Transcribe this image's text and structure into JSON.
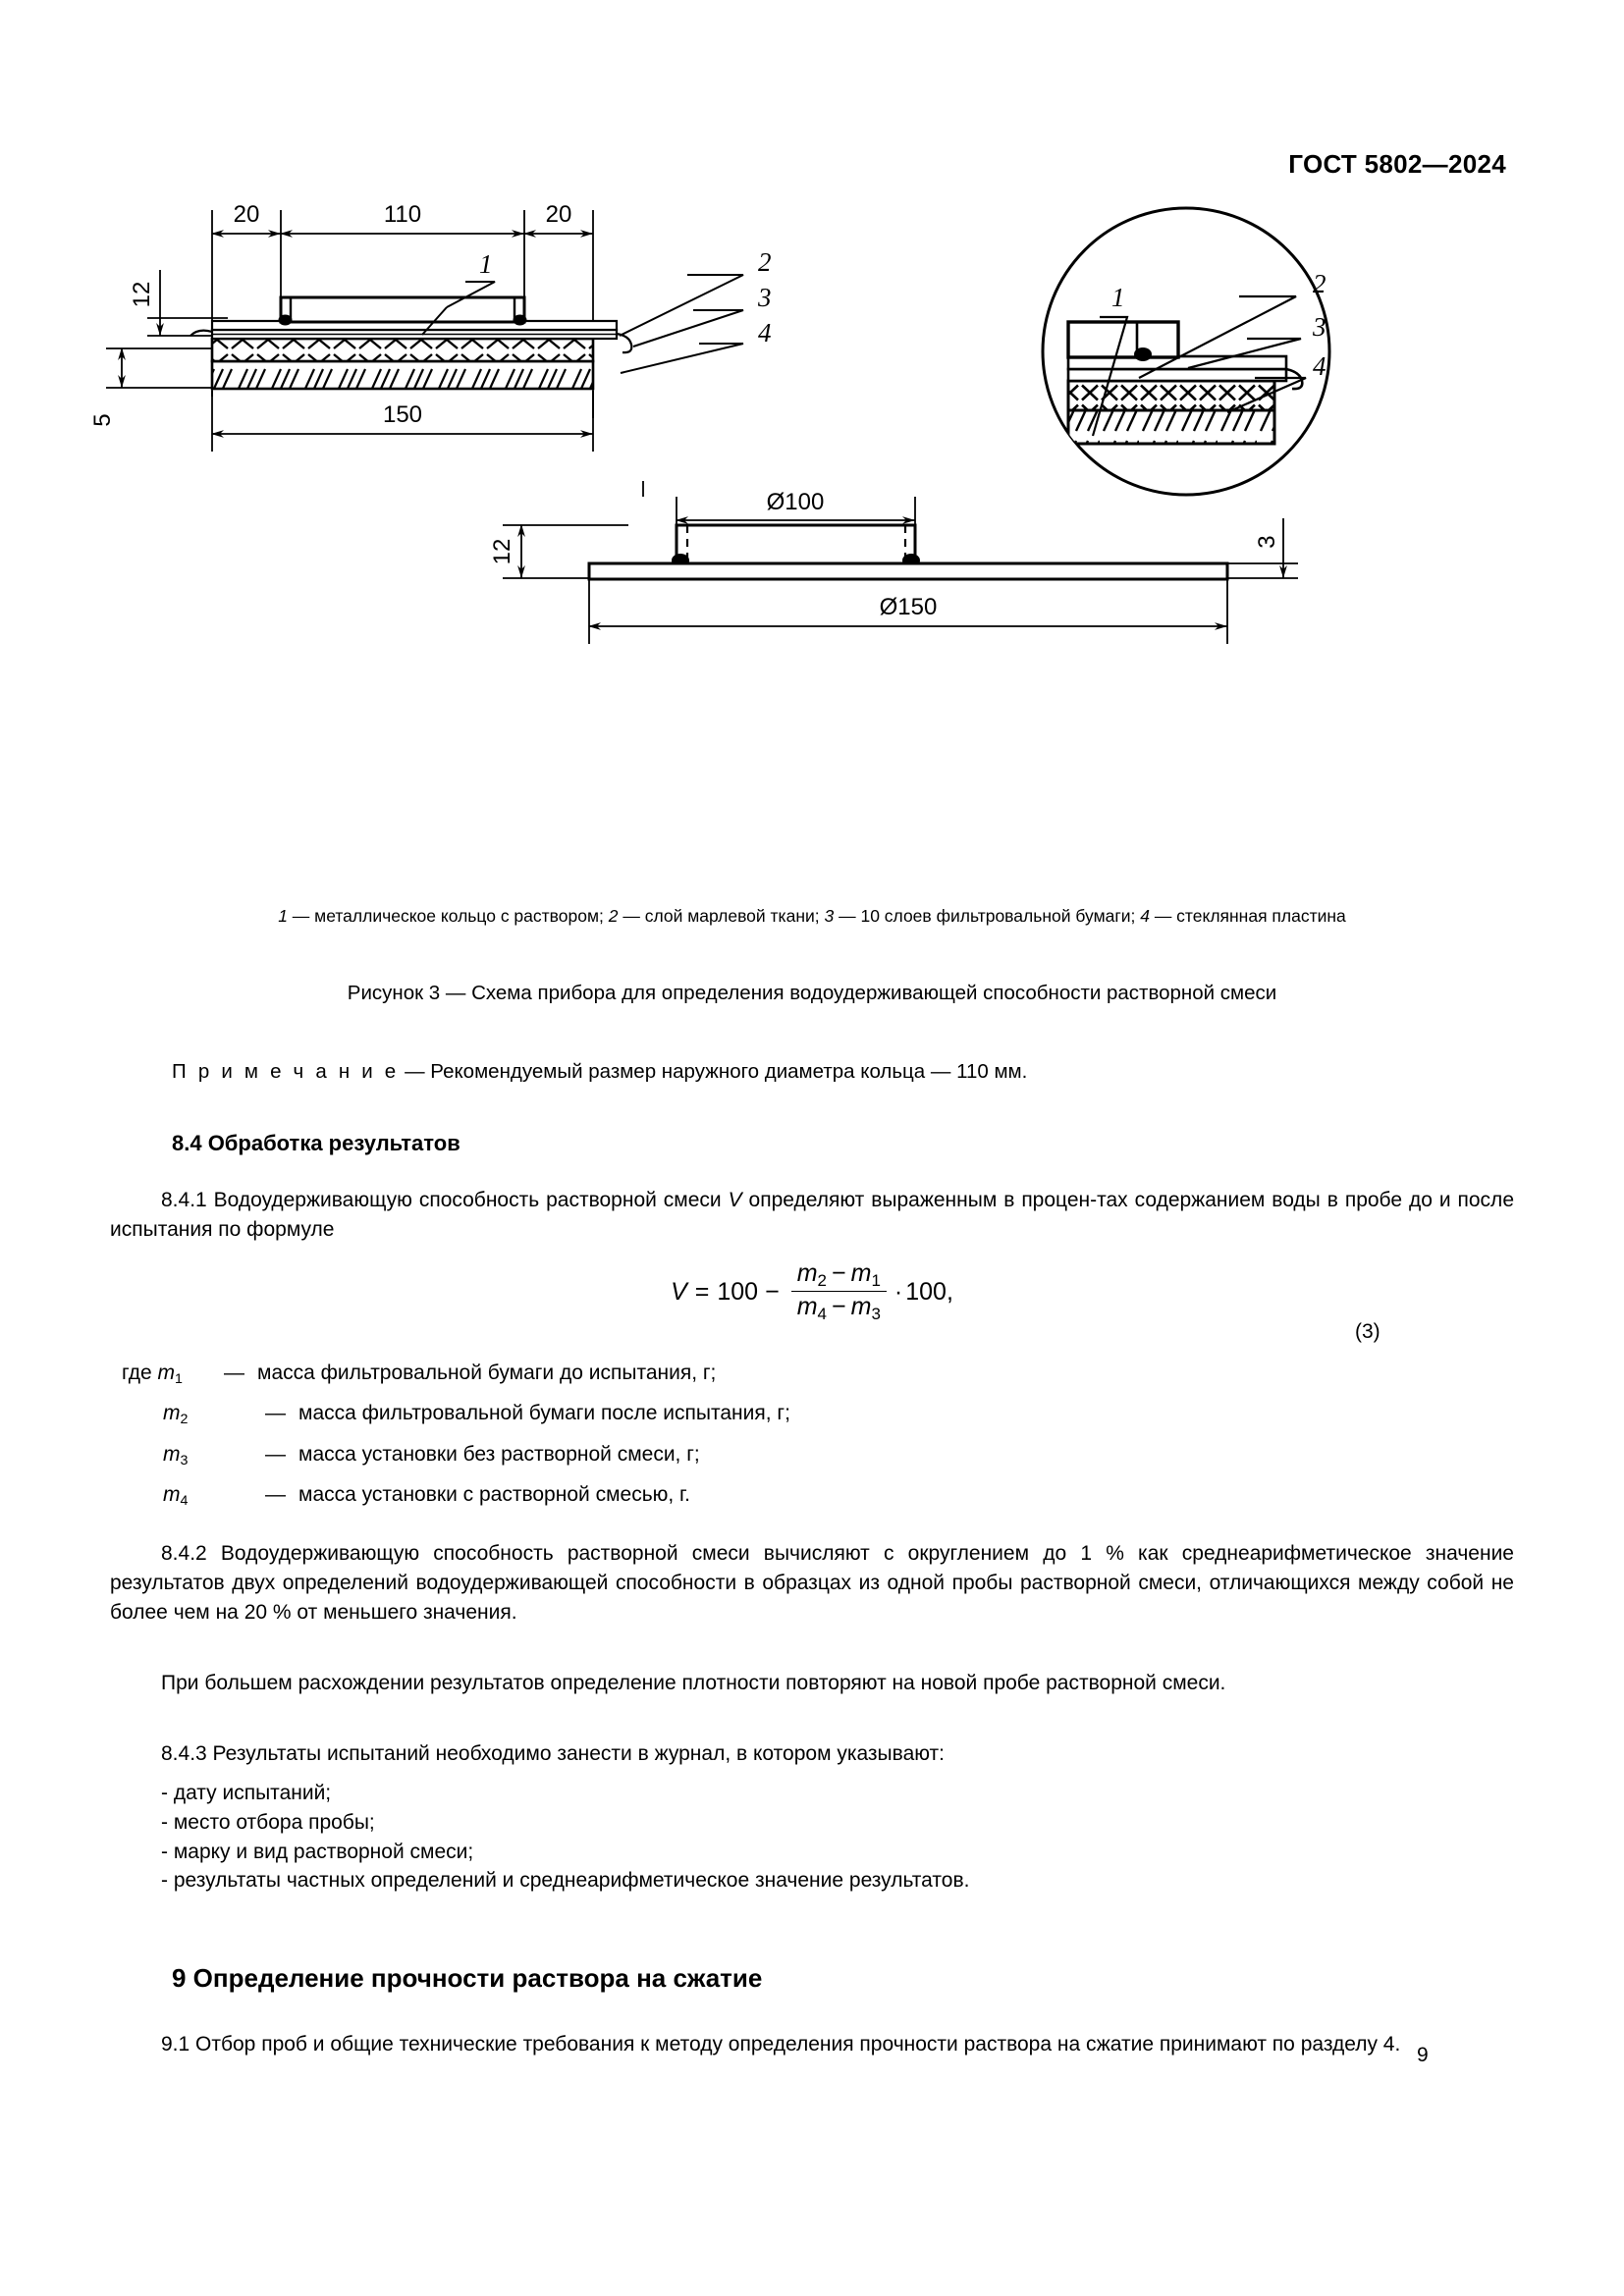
{
  "document": {
    "standard_header": "ГОСТ 5802—2024",
    "page_number": "9"
  },
  "figure": {
    "dimensions": {
      "top_left_20": "20",
      "top_110": "110",
      "top_right_20": "20",
      "height_12": "12",
      "height_5": "5",
      "width_150": "150",
      "lower_12": "12",
      "lower_3": "3",
      "diam_100": "Ø100",
      "diam_150": "Ø150"
    },
    "callouts": {
      "main_1": "1",
      "main_2": "2",
      "main_3": "3",
      "main_4": "4",
      "detail_1": "1",
      "detail_2": "2",
      "detail_3": "3",
      "detail_4": "4"
    },
    "legend": {
      "n1": "1",
      "t1": " — металлическое кольцо с раствором; ",
      "n2": "2",
      "t2": " — слой марлевой ткани; ",
      "n3": "3",
      "t3": " — 10 слоев фильтровальной бумаги; ",
      "n4": "4",
      "t4": " — стеклянная пластина"
    },
    "caption": "Рисунок 3 — Схема прибора для определения водоудерживающей способности растворной смеси"
  },
  "note": {
    "label": "П р и м е ч а н и е",
    "text": "  — Рекомендуемый размер наружного диаметра кольца — 110 мм."
  },
  "section_8_4": {
    "heading": "8.4  Обработка результатов",
    "p_8_4_1_a": "8.4.1  Водоудерживающую способность растворной смеси ",
    "p_8_4_1_v": "V",
    "p_8_4_1_b": " определяют выраженным в процен-тах содержанием воды в пробе до и после испытания по формуле",
    "formula": {
      "lhs": "V",
      "eq": "=",
      "c100": "100",
      "minus": "−",
      "num_m2": "m",
      "num_m2_sub": "2",
      "num_minus": "−",
      "num_m1": "m",
      "num_m1_sub": "1",
      "den_m4": "m",
      "den_m4_sub": "4",
      "den_minus": "−",
      "den_m3": "m",
      "den_m3_sub": "3",
      "dot": "·",
      "tail": "100,",
      "number": "(3)"
    },
    "where_intro": "где",
    "where": [
      {
        "sym": "m",
        "sub": "1",
        "dash": "—",
        "text": "масса фильтровальной бумаги до испытания, г;"
      },
      {
        "sym": "m",
        "sub": "2",
        "dash": "—",
        "text": "масса фильтровальной бумаги после испытания, г;"
      },
      {
        "sym": "m",
        "sub": "3",
        "dash": "—",
        "text": "масса установки без растворной смеси, г;"
      },
      {
        "sym": "m",
        "sub": "4",
        "dash": "—",
        "text": "масса установки с растворной смесью, г."
      }
    ],
    "p_8_4_2": "8.4.2  Водоудерживающую способность растворной смеси вычисляют с округлением до 1 % как среднеарифметическое значение результатов двух определений водоудерживающей способности в образцах из одной пробы растворной смеси, отличающихся между собой не более чем на 20 % от меньшего значения.",
    "p_repeat": "При большем расхождении результатов определение плотности повторяют на новой пробе растворной смеси.",
    "p_8_4_3": "8.4.3  Результаты испытаний необходимо занести в журнал, в котором указывают:",
    "bullets": [
      "- дату испытаний;",
      "- место отбора пробы;",
      "- марку и вид растворной смеси;",
      "- результаты частных определений и среднеарифметическое значение результатов."
    ]
  },
  "section_9": {
    "heading": "9  Определение прочности раствора на сжатие",
    "p_9_1": "9.1  Отбор проб и общие технические требования к методу определения прочности раствора на сжатие принимают по разделу 4."
  }
}
